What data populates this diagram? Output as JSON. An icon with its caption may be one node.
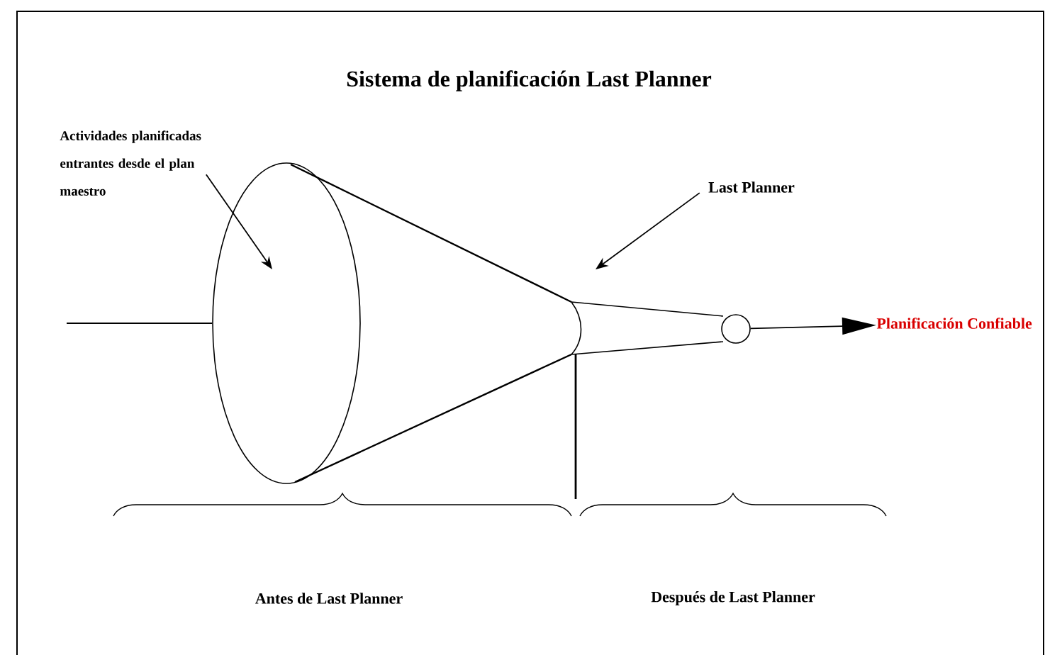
{
  "diagram": {
    "title": "Sistema de planificación Last Planner",
    "nodes": [
      {
        "text": [
          "Actividades planificadas entrantes desde el plan maestro"
        ]
      },
      {
        "text": [],
        "shape": "cone"
      },
      {
        "text": [
          "Last Planner"
        ]
      },
      {
        "text": [],
        "shape": "circle"
      },
      {
        "text": [
          "Planificación Confiable"
        ]
      }
    ],
    "edges": [
      {
        "from": 0,
        "to": 1,
        "arrow": "to"
      },
      {
        "from": 2,
        "to": 1,
        "arrow": "to"
      },
      {
        "from": null,
        "to": 1,
        "arrow": "none"
      },
      {
        "from": 3,
        "to": 4,
        "arrow": "to"
      }
    ],
    "labels": [
      "Antes de Last Planner",
      "Después de Last Planner"
    ]
  }
}
